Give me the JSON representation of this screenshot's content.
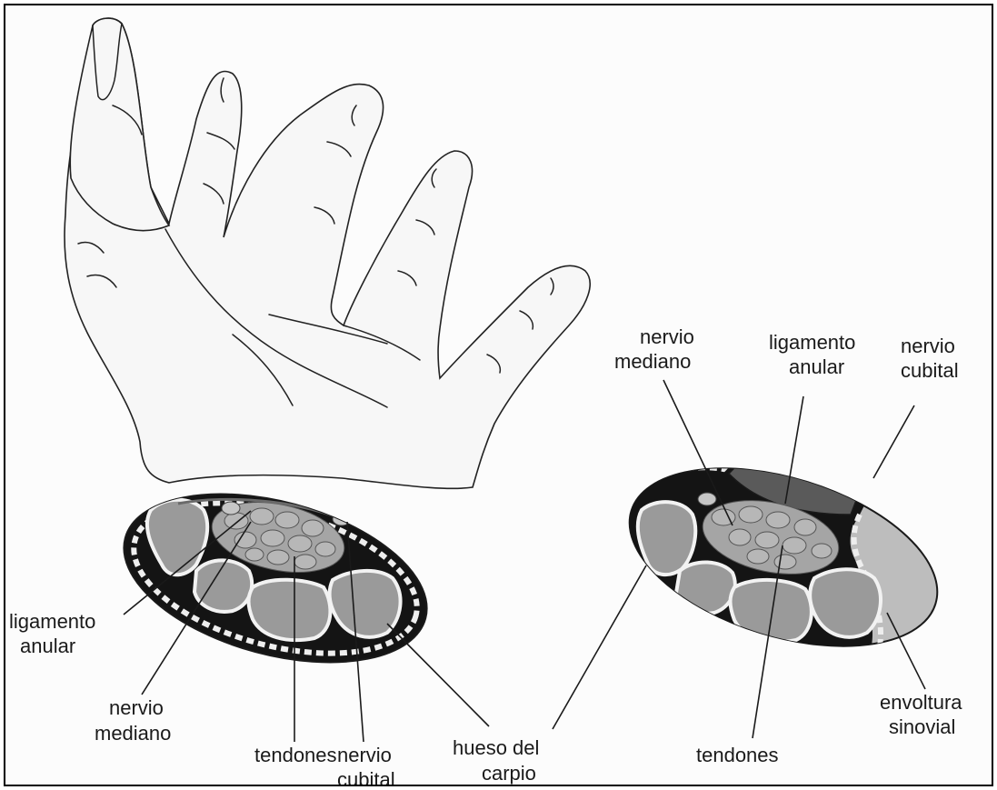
{
  "diagram": {
    "left": {
      "labels": {
        "ligamento_anular": [
          "ligamento",
          "anular"
        ],
        "nervio_mediano": [
          "nervio",
          "mediano"
        ],
        "tendones": [
          "tendones"
        ],
        "nervio_cubital": [
          "nervio",
          "cubital"
        ],
        "hueso_del_carpio": [
          "hueso del",
          "carpio"
        ]
      }
    },
    "right": {
      "labels": {
        "nervio_mediano": [
          "nervio",
          "mediano"
        ],
        "ligamento_anular": [
          "ligamento",
          "anular"
        ],
        "nervio_cubital": [
          "nervio",
          "cubital"
        ],
        "tendones": [
          "tendones"
        ],
        "envoltura_sinovial": [
          "envoltura",
          "sinovial"
        ]
      }
    },
    "colors": {
      "outline": "#1a1a1a",
      "skin": "#f7f7f7",
      "tissue": "#9a9a9a",
      "dark": "#141414",
      "ligament_patch": "#5a5a5a",
      "sheath_shade": "#bdbdbd"
    }
  }
}
